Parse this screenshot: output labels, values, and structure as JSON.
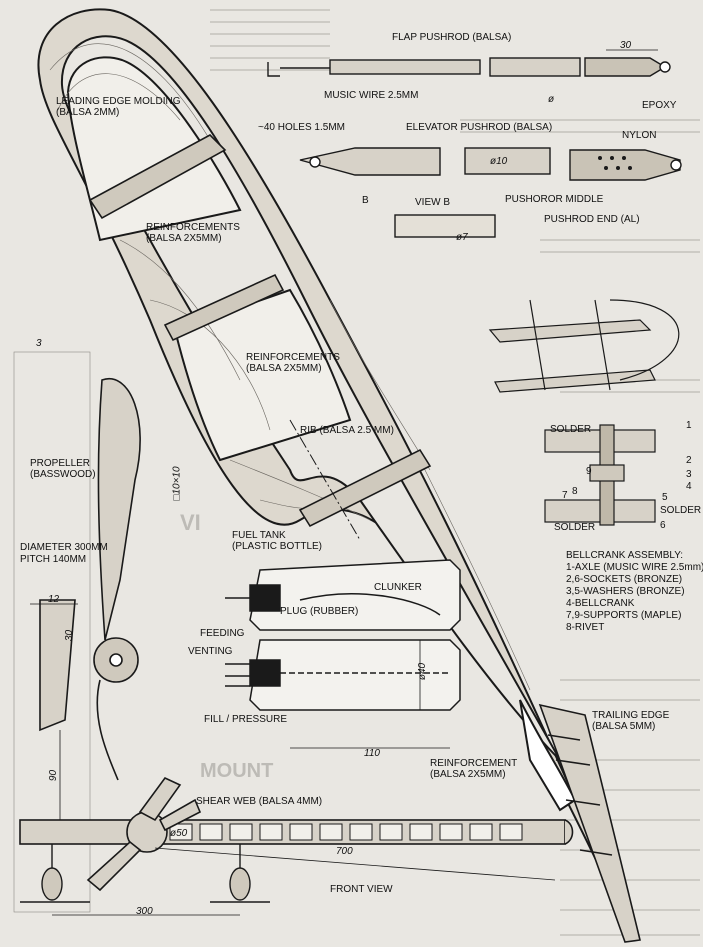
{
  "labels": {
    "flap_pushrod": "FLAP PUSHROD (BALSA)",
    "music_wire": "MUSIC WIRE 2.5mm",
    "epoxy": "EPOXY",
    "holes": "~40 HOLES 1.5mm",
    "elevator_pushrod": "ELEVATOR PUSHROD (BALSA)",
    "nylon": "NYLON",
    "view_b": "VIEW B",
    "b_mark": "B",
    "pushrod_middle": "PUSHOROR MIDDLE",
    "pushrod_end": "PUSHROD END (AL)",
    "leading_edge": "LEADING EDGE MOLDING (BALSA 2mm)",
    "reinf_1": "REINFORCEMENTS (BALSA 2X5mm)",
    "reinf_2": "REINFORCEMENTS (BALSA 2X5mm)",
    "rib": "RIB (BALSA 2.5 mm)",
    "propeller": "PROPELLER (BASSWOOD)",
    "diameter": "DIAMETER 300mm",
    "pitch": "PITCH 140mm",
    "fuel_tank": "FUEL TANK (PLASTIC BOTTLE)",
    "clunker": "CLUNKER",
    "plug": "PLUG (RUBBER)",
    "feeding": "FEEDING",
    "venting": "VENTING",
    "fill_pressure": "FILL / PRESSURE",
    "solder_top": "SOLDER",
    "solder_right": "SOLDER",
    "solder_bottom": "SOLDER",
    "trailing_edge": "TRAILING EDGE (BALSA 5mm)",
    "shear_web": "SHEAR WEB (BALSA 4mm)",
    "reinforcement": "REINFORCEMENT (BALSA 2X5mm)",
    "front_view": "FRONT VIEW"
  },
  "bellcrank": {
    "title": "BELLCRANK ASSEMBLY:",
    "items": [
      "1-AXLE (MUSIC WIRE 2.5mm)",
      "2,6-SOCKETS (BRONZE)",
      "3,5-WASHERS (BRONZE)",
      "4-BELLCRANK",
      "7,9-SUPPORTS (MAPLE)",
      "8-RIVET"
    ],
    "callouts": [
      "1",
      "2",
      "3",
      "4",
      "5",
      "6",
      "7",
      "8",
      "9"
    ]
  },
  "dimensions": {
    "d30_flap": "30",
    "d_flap_phi": "ø",
    "d3": "3",
    "d10x10": "□10×10",
    "d12": "12",
    "d30_prop": "30",
    "d_phi40": "ø40",
    "d110": "110",
    "d90": "90",
    "d_phi50": "ø50",
    "d700": "700",
    "d300": "300",
    "d_phi7": "ø7",
    "d_phi10": "ø10"
  },
  "colors": {
    "line": "#1a1a1a",
    "paper": "#e9e7e2",
    "wood": "#d7d2c8",
    "bottle": "#f3f2ee"
  }
}
